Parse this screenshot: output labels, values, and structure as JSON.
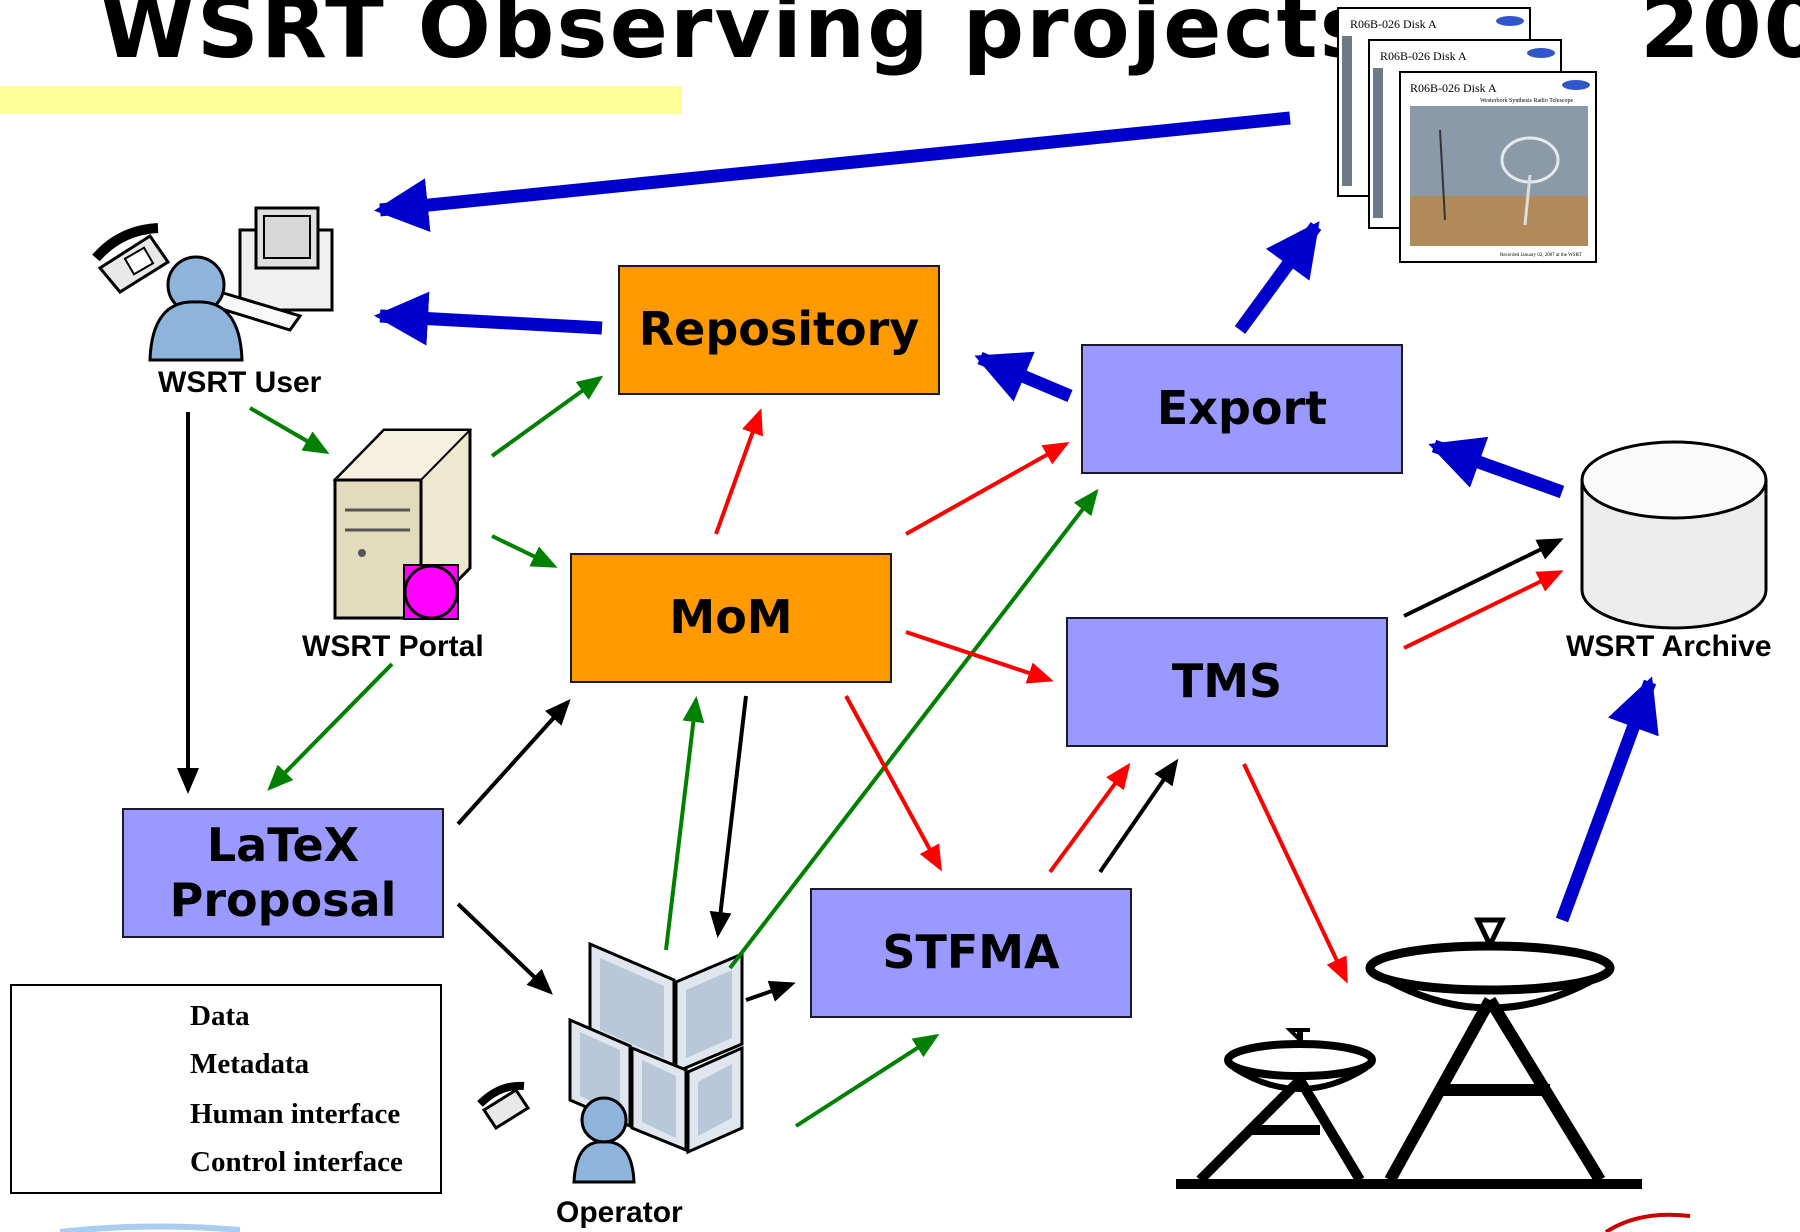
{
  "title": {
    "main": "WSRT Observing projects",
    "suffix": "200"
  },
  "boxes": {
    "repository": "Repository",
    "mom": "MoM",
    "export": "Export",
    "tms": "TMS",
    "stfma": "STFMA",
    "latex_line1": "LaTeX",
    "latex_line2": "Proposal"
  },
  "labels": {
    "user": "WSRT User",
    "portal": "WSRT Portal",
    "archive": "WSRT Archive",
    "operator": "Operator"
  },
  "disk_cards": {
    "title": "R06B-026 Disk A",
    "subtitle": "Westerbork Synthesis Radio Telescope",
    "footer": "Recorded January 02, 2007 at the WSRT"
  },
  "legend": {
    "items": [
      {
        "label": "Data",
        "color": "#0000cc"
      },
      {
        "label": "Metadata",
        "color": "#000000"
      },
      {
        "label": "Human interface",
        "color": "#008000"
      },
      {
        "label": "Control interface",
        "color": "#ff0000"
      }
    ]
  },
  "colors": {
    "data": "#0000cc",
    "metadata": "#000000",
    "human": "#008000",
    "control": "#ff0000",
    "orange_box": "#ff9900",
    "blue_box": "#9999ff",
    "highlight": "#ffff99"
  }
}
